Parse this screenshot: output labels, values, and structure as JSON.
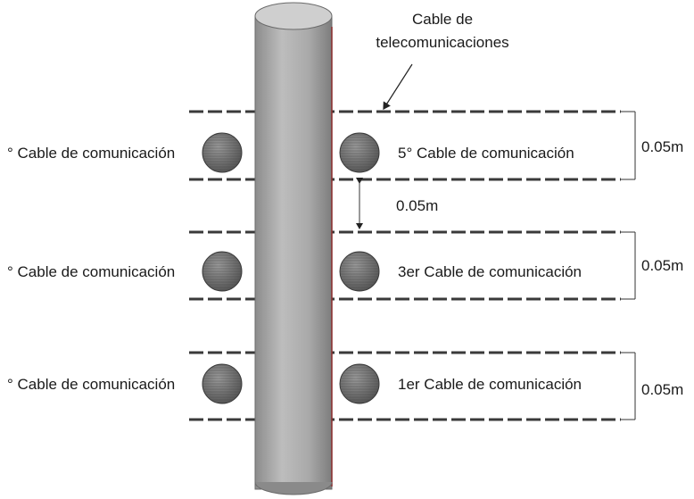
{
  "callout_label": [
    "Cable de",
    "telecomunicaciones"
  ],
  "right_labels": [
    "5° Cable de comunicación",
    "3er Cable de comunicación",
    "1er Cable de comunicación"
  ],
  "left_labels": [
    "° Cable de comunicación",
    "° Cable de comunicación",
    "° Cable de comunicación"
  ],
  "spacing_label": "0.05m",
  "band_height_labels": [
    "0.05m",
    "0.05m",
    "0.05m"
  ]
}
